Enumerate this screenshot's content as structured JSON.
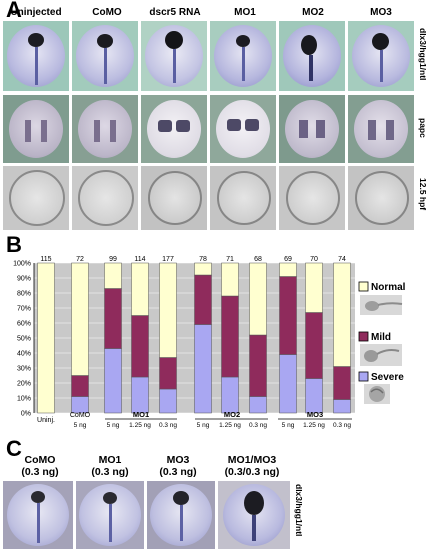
{
  "panelA": {
    "label": "A",
    "columns": [
      "Uninjected",
      "CoMO",
      "dscr5 RNA",
      "MO1",
      "MO2",
      "MO3"
    ],
    "row_labels": [
      "dlx3/hgg1/ntl",
      "papc",
      "12.5 hpf"
    ]
  },
  "panelB": {
    "label": "B",
    "legend": {
      "normal": "Normal",
      "mild": "Mild",
      "severe": "Severe"
    },
    "colors": {
      "normal": "#ffffd0",
      "mild": "#8f2b5c",
      "severe": "#a9a7f2",
      "bg": "#c9c9c9"
    },
    "dose_labels": [
      "5 ng",
      "5 ng",
      "1.25 ng",
      "0.3 ng",
      "5 ng",
      "1.25 ng",
      "0.3 ng",
      "5 ng",
      "1.25 ng",
      "0.3 ng"
    ],
    "group_labels": [
      "Uninj.",
      "CoMO",
      "MO1",
      "MO2",
      "MO3"
    ]
  },
  "chart_data": {
    "type": "bar",
    "stacked": true,
    "ylabel": "",
    "ylim": [
      0,
      100
    ],
    "yticks": [
      "0%",
      "10%",
      "20%",
      "30%",
      "40%",
      "50%",
      "60%",
      "70%",
      "80%",
      "90%",
      "100%"
    ],
    "counts": [
      "115",
      "72",
      "99",
      "114",
      "177",
      "78",
      "71",
      "68",
      "69",
      "70",
      "74"
    ],
    "series": [
      {
        "name": "Severe",
        "values": [
          0,
          11,
          43,
          24,
          16,
          59,
          24,
          11,
          39,
          23,
          9
        ]
      },
      {
        "name": "Mild",
        "values": [
          0,
          14,
          40,
          41,
          21,
          33,
          54,
          41,
          52,
          44,
          22
        ]
      },
      {
        "name": "Normal",
        "values": [
          100,
          75,
          17,
          35,
          63,
          8,
          22,
          48,
          9,
          33,
          69
        ]
      }
    ]
  },
  "panelC": {
    "label": "C",
    "titles": [
      [
        "CoMO",
        "(0.3 ng)"
      ],
      [
        "MO1",
        "(0.3 ng)"
      ],
      [
        "MO3",
        "(0.3 ng)"
      ],
      [
        "MO1/MO3",
        "(0.3/0.3 ng)"
      ]
    ],
    "row_label": "dlx3/hgg1/ntl"
  }
}
